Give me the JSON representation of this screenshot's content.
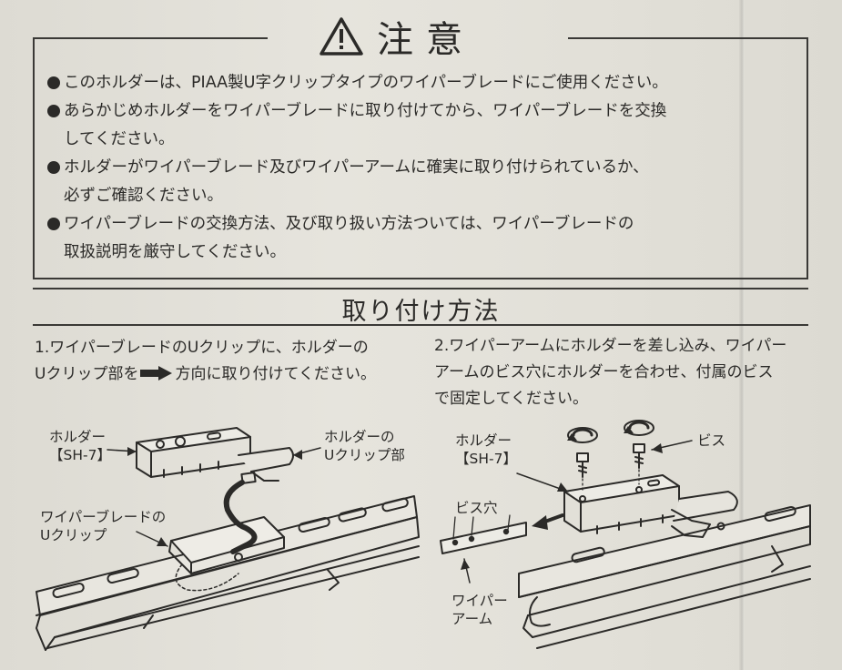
{
  "caution": {
    "title": "注意",
    "icon": "warning-triangle-icon",
    "notes": [
      "このホルダーは、PIAA製U字クリップタイプのワイパーブレードにご使用ください。",
      "あらかじめホルダーをワイパーブレードに取り付けてから、ワイパーブレードを交換\nしてください。",
      "ホルダーがワイパーブレード及びワイパーアームに確実に取り付けられているか、\n必ずご確認ください。",
      "ワイパーブレードの交換方法、及び取り扱い方法ついては、ワイパーブレードの\n取扱説明を厳守してください。"
    ]
  },
  "install": {
    "title": "取り付け方法",
    "step1": {
      "text_before": "1.ワイパーブレードのUクリップに、ホルダーの\nUクリップ部を",
      "text_after": "方向に取り付けてください。",
      "labels": {
        "holder": "ホルダー\n【SH-7】",
        "holder_clip": "ホルダーの\nUクリップ部",
        "blade_clip": "ワイパーブレードの\nUクリップ"
      }
    },
    "step2": {
      "text": "2.ワイパーアームにホルダーを差し込み、ワイパー\nアームのビス穴にホルダーを合わせ、付属のビス\nで固定してください。",
      "labels": {
        "holder": "ホルダー\n【SH-7】",
        "screw": "ビス",
        "screw_hole": "ビス穴",
        "arm": "ワイパー\nアーム"
      }
    }
  }
}
